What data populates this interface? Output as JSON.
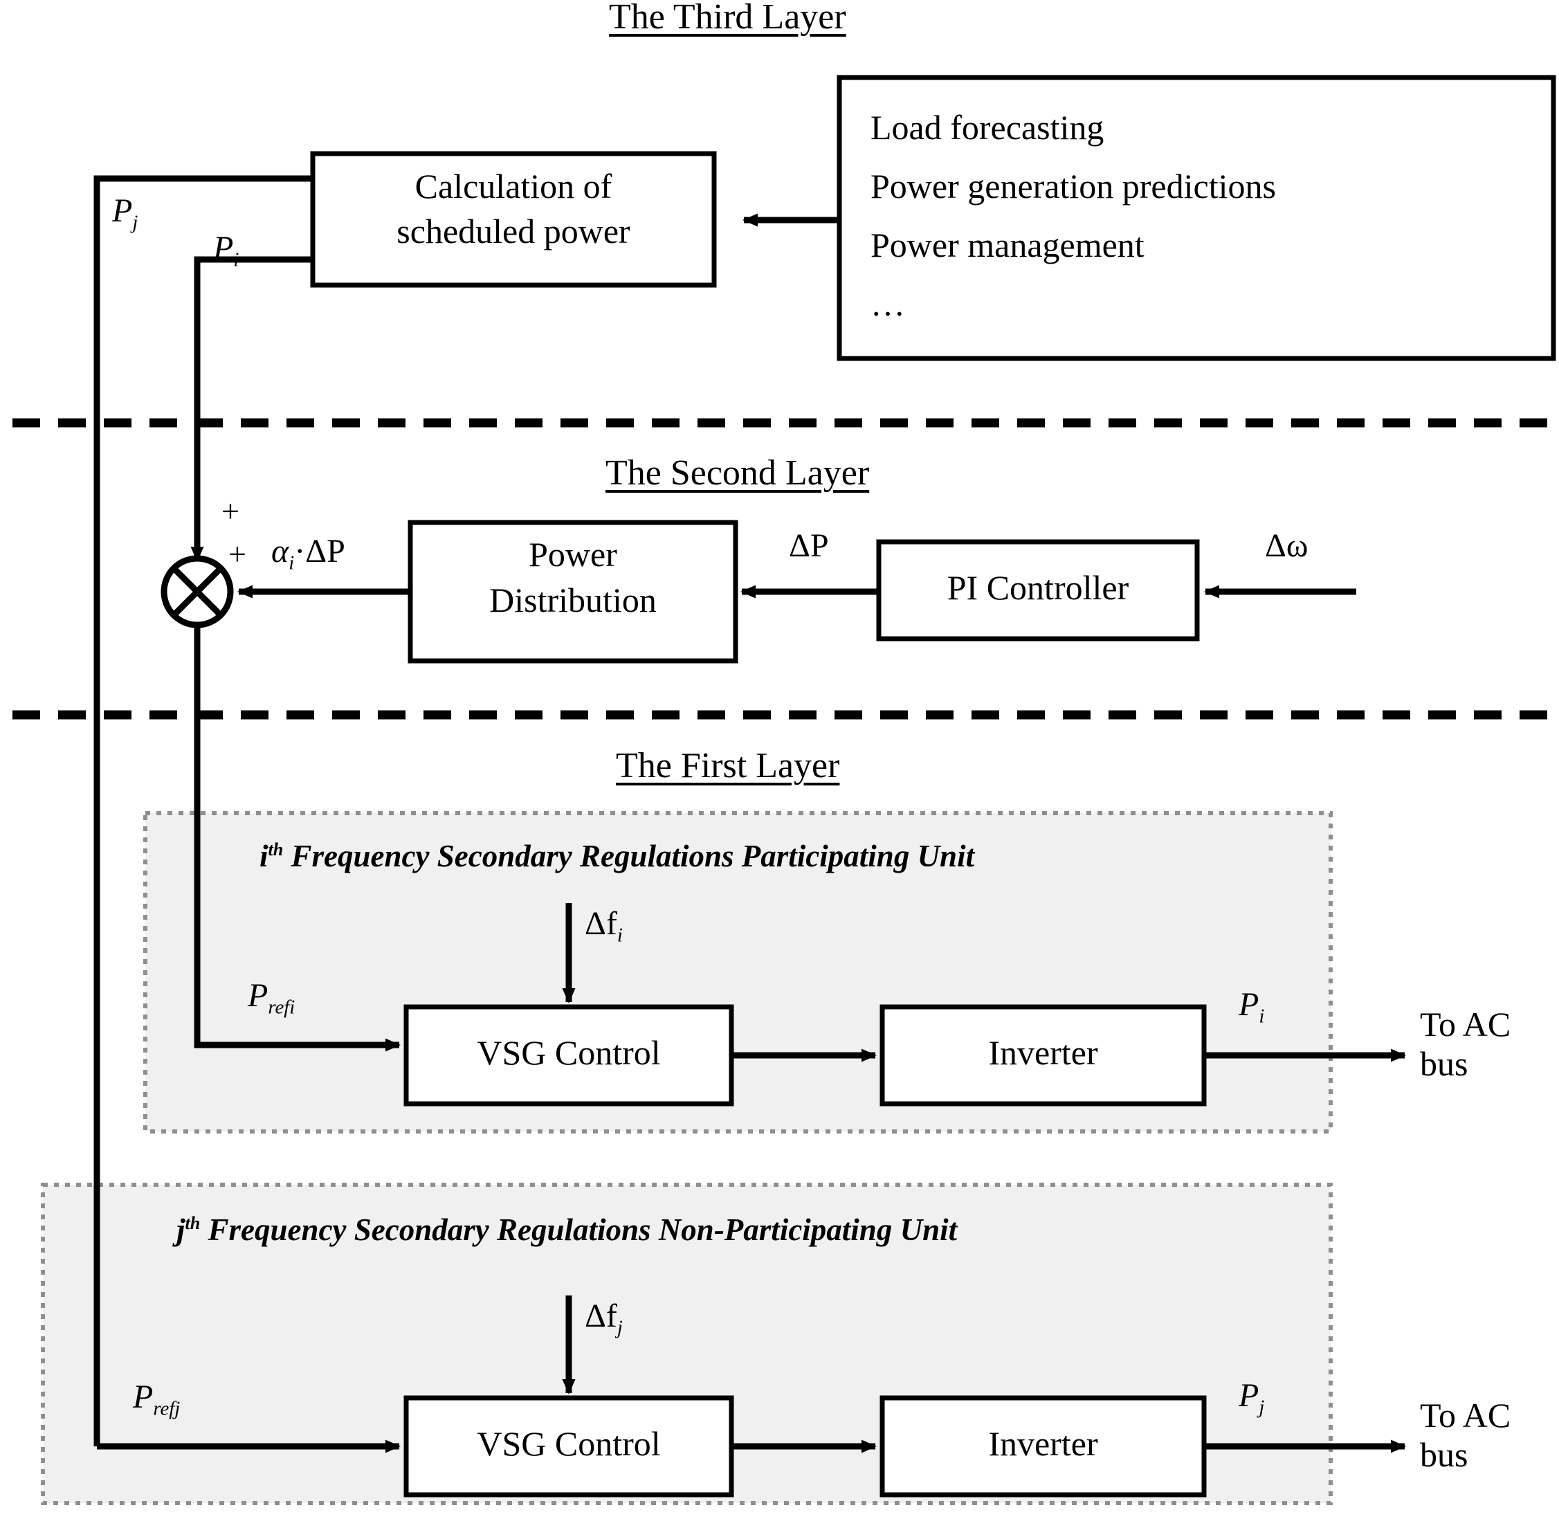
{
  "diagram": {
    "title_third": "The Third Layer",
    "title_second": "The Second Layer",
    "title_first": "The First Layer"
  },
  "third_layer": {
    "calc_block": {
      "line1": "Calculation of",
      "line2": "scheduled power"
    },
    "info_block": {
      "items": [
        "Load forecasting",
        "Power generation predictions",
        "Power management",
        "…"
      ]
    },
    "signals": {
      "p_j": "P",
      "p_j_sub": "j",
      "p_i": "P",
      "p_i_sub": "i"
    }
  },
  "second_layer": {
    "sum_junction": {
      "plus_top": "+",
      "plus_right": "+",
      "icon": "sum-cross-circle"
    },
    "power_distribution": {
      "line1": "Power",
      "line2": "Distribution"
    },
    "pi_controller": {
      "label": "PI Controller"
    },
    "signals": {
      "alpha_dp": "α",
      "alpha_dp_sub": "i",
      "alpha_dp_tail": "·ΔP",
      "delta_p": "ΔP",
      "delta_omega": "Δω"
    }
  },
  "first_layer": {
    "unit_i": {
      "title_prefix": "i",
      "title_sup": "th",
      "title_rest": " Frequency Secondary Regulations Participating Unit",
      "delta_f": "Δf",
      "delta_f_sub": "i",
      "p_ref": "P",
      "p_ref_sub": "refi",
      "vsg": "VSG Control",
      "inverter": "Inverter",
      "p_out": "P",
      "p_out_sub": "i",
      "to_ac_line1": "To AC",
      "to_ac_line2": "bus"
    },
    "unit_j": {
      "title_prefix": "j",
      "title_sup": "th",
      "title_rest": " Frequency Secondary Regulations Non-Participating Unit",
      "delta_f": "Δf",
      "delta_f_sub": "j",
      "p_ref": "P",
      "p_ref_sub": "refj",
      "vsg": "VSG Control",
      "inverter": "Inverter",
      "p_out": "P",
      "p_out_sub": "j",
      "to_ac_line1": "To AC",
      "to_ac_line2": "bus"
    }
  },
  "colors": {
    "stroke": "#000000",
    "unit_fill": "#f0f0f0",
    "unit_border": "#9a9a9a",
    "background": "#ffffff"
  }
}
